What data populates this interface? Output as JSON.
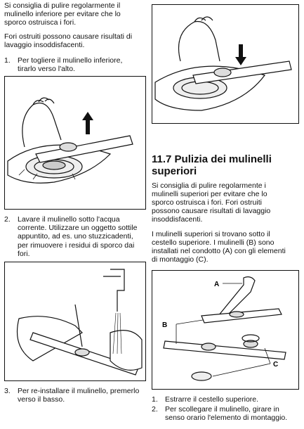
{
  "left": {
    "intro_lines": [
      "Si consiglia di pulire regolarmente il",
      "mulinello inferiore per evitare che lo",
      "sporco ostruisca i fori."
    ],
    "warn_lines": [
      "Fori ostruiti possono causare risultati di",
      "lavaggio insoddisfacenti."
    ],
    "step1_num": "1.",
    "step1_text": "Per togliere il mulinello inferiore,\ntirarlo verso l'alto.",
    "step2_num": "2.",
    "step2_text": "Lavare il mulinello sotto l'acqua\ncorrente. Utilizzare un oggetto sottile\nappuntito, ad es. uno stuzzicadenti,\nper rimuovere i residui di sporco dai\nfori.",
    "step3_num": "3.",
    "step3_text": "Per re-installare il mulinello, premerlo\nverso il basso."
  },
  "right": {
    "heading_lines": [
      "11.7 Pulizia dei mulinelli",
      "superiori"
    ],
    "intro_lines": [
      "Si consiglia di pulire regolarmente i",
      "mulinelli superiori per evitare che lo",
      "sporco ostruisca i fori. Fori ostruiti",
      "possono causare risultati di lavaggio",
      "insoddisfacenti."
    ],
    "info_lines": [
      "I mulinelli superiori si trovano sotto il",
      "cestello superiore. I mulinelli (B) sono",
      "installati nel condotto (A) con gli elementi",
      "di montaggio (C)."
    ],
    "callouts": [
      "A",
      "B",
      "C"
    ],
    "step1_num": "1.",
    "step1_text": "Estrarre il cestello superiore.",
    "step2_num": "2.",
    "step2_text": "Per scollegare il mulinello, girare in\nsenso orario l'elemento di montaggio."
  }
}
